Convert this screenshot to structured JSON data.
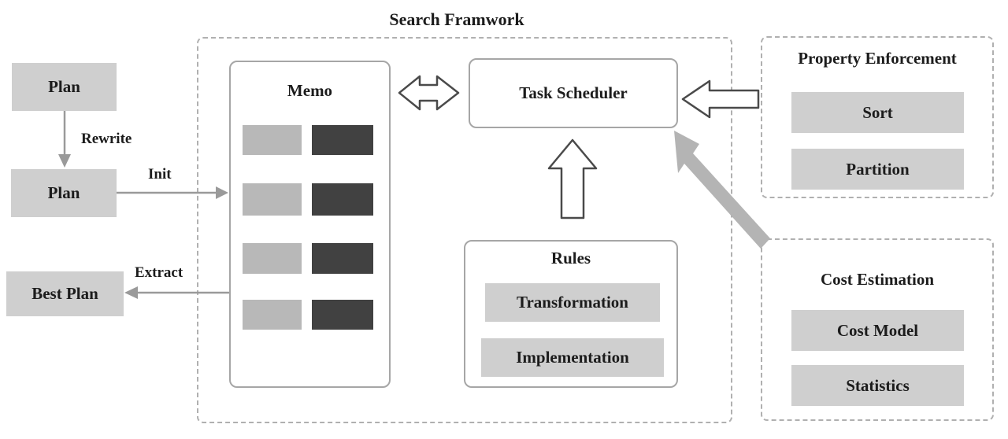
{
  "diagram": {
    "title": "Search Framwork",
    "colors": {
      "box_fill": "#cfcfcf",
      "memo_light": "#b8b8b8",
      "memo_dark": "#414141",
      "outline": "#a6a6a6",
      "dashed_outline": "#b0b0b0",
      "thick_arrow": "#b4b4b4",
      "hollow_arrow_stroke": "#4a4a4a",
      "text": "#1c1c1c"
    },
    "left_flow": {
      "plan_top": "Plan",
      "plan_bottom": "Plan",
      "best_plan": "Best Plan",
      "labels": {
        "rewrite": "Rewrite",
        "init": "Init",
        "extract": "Extract"
      }
    },
    "memo": {
      "title": "Memo",
      "rows": [
        {
          "light": "",
          "dark": ""
        },
        {
          "light": "",
          "dark": ""
        },
        {
          "light": "",
          "dark": ""
        },
        {
          "light": "",
          "dark": ""
        }
      ]
    },
    "task_scheduler": {
      "title": "Task Scheduler"
    },
    "rules": {
      "title": "Rules",
      "items": [
        "Transformation",
        "Implementation"
      ]
    },
    "property_enforcement": {
      "title": "Property Enforcement",
      "items": [
        "Sort",
        "Partition"
      ]
    },
    "cost_estimation": {
      "title": "Cost Estimation",
      "items": [
        "Cost Model",
        "Statistics"
      ]
    },
    "arrows": [
      {
        "name": "memo-scheduler-bidirectional",
        "style": "hollow-double-horizontal"
      },
      {
        "name": "rules-to-scheduler",
        "style": "hollow-up"
      },
      {
        "name": "property-to-scheduler",
        "style": "hollow-left"
      },
      {
        "name": "cost-to-scheduler",
        "style": "thick-diagonal-up-left"
      },
      {
        "name": "plan-rewrite-plan",
        "style": "thin-down"
      },
      {
        "name": "plan-init-memo",
        "style": "thin-right"
      },
      {
        "name": "memo-extract-best-plan",
        "style": "thin-left"
      }
    ]
  }
}
